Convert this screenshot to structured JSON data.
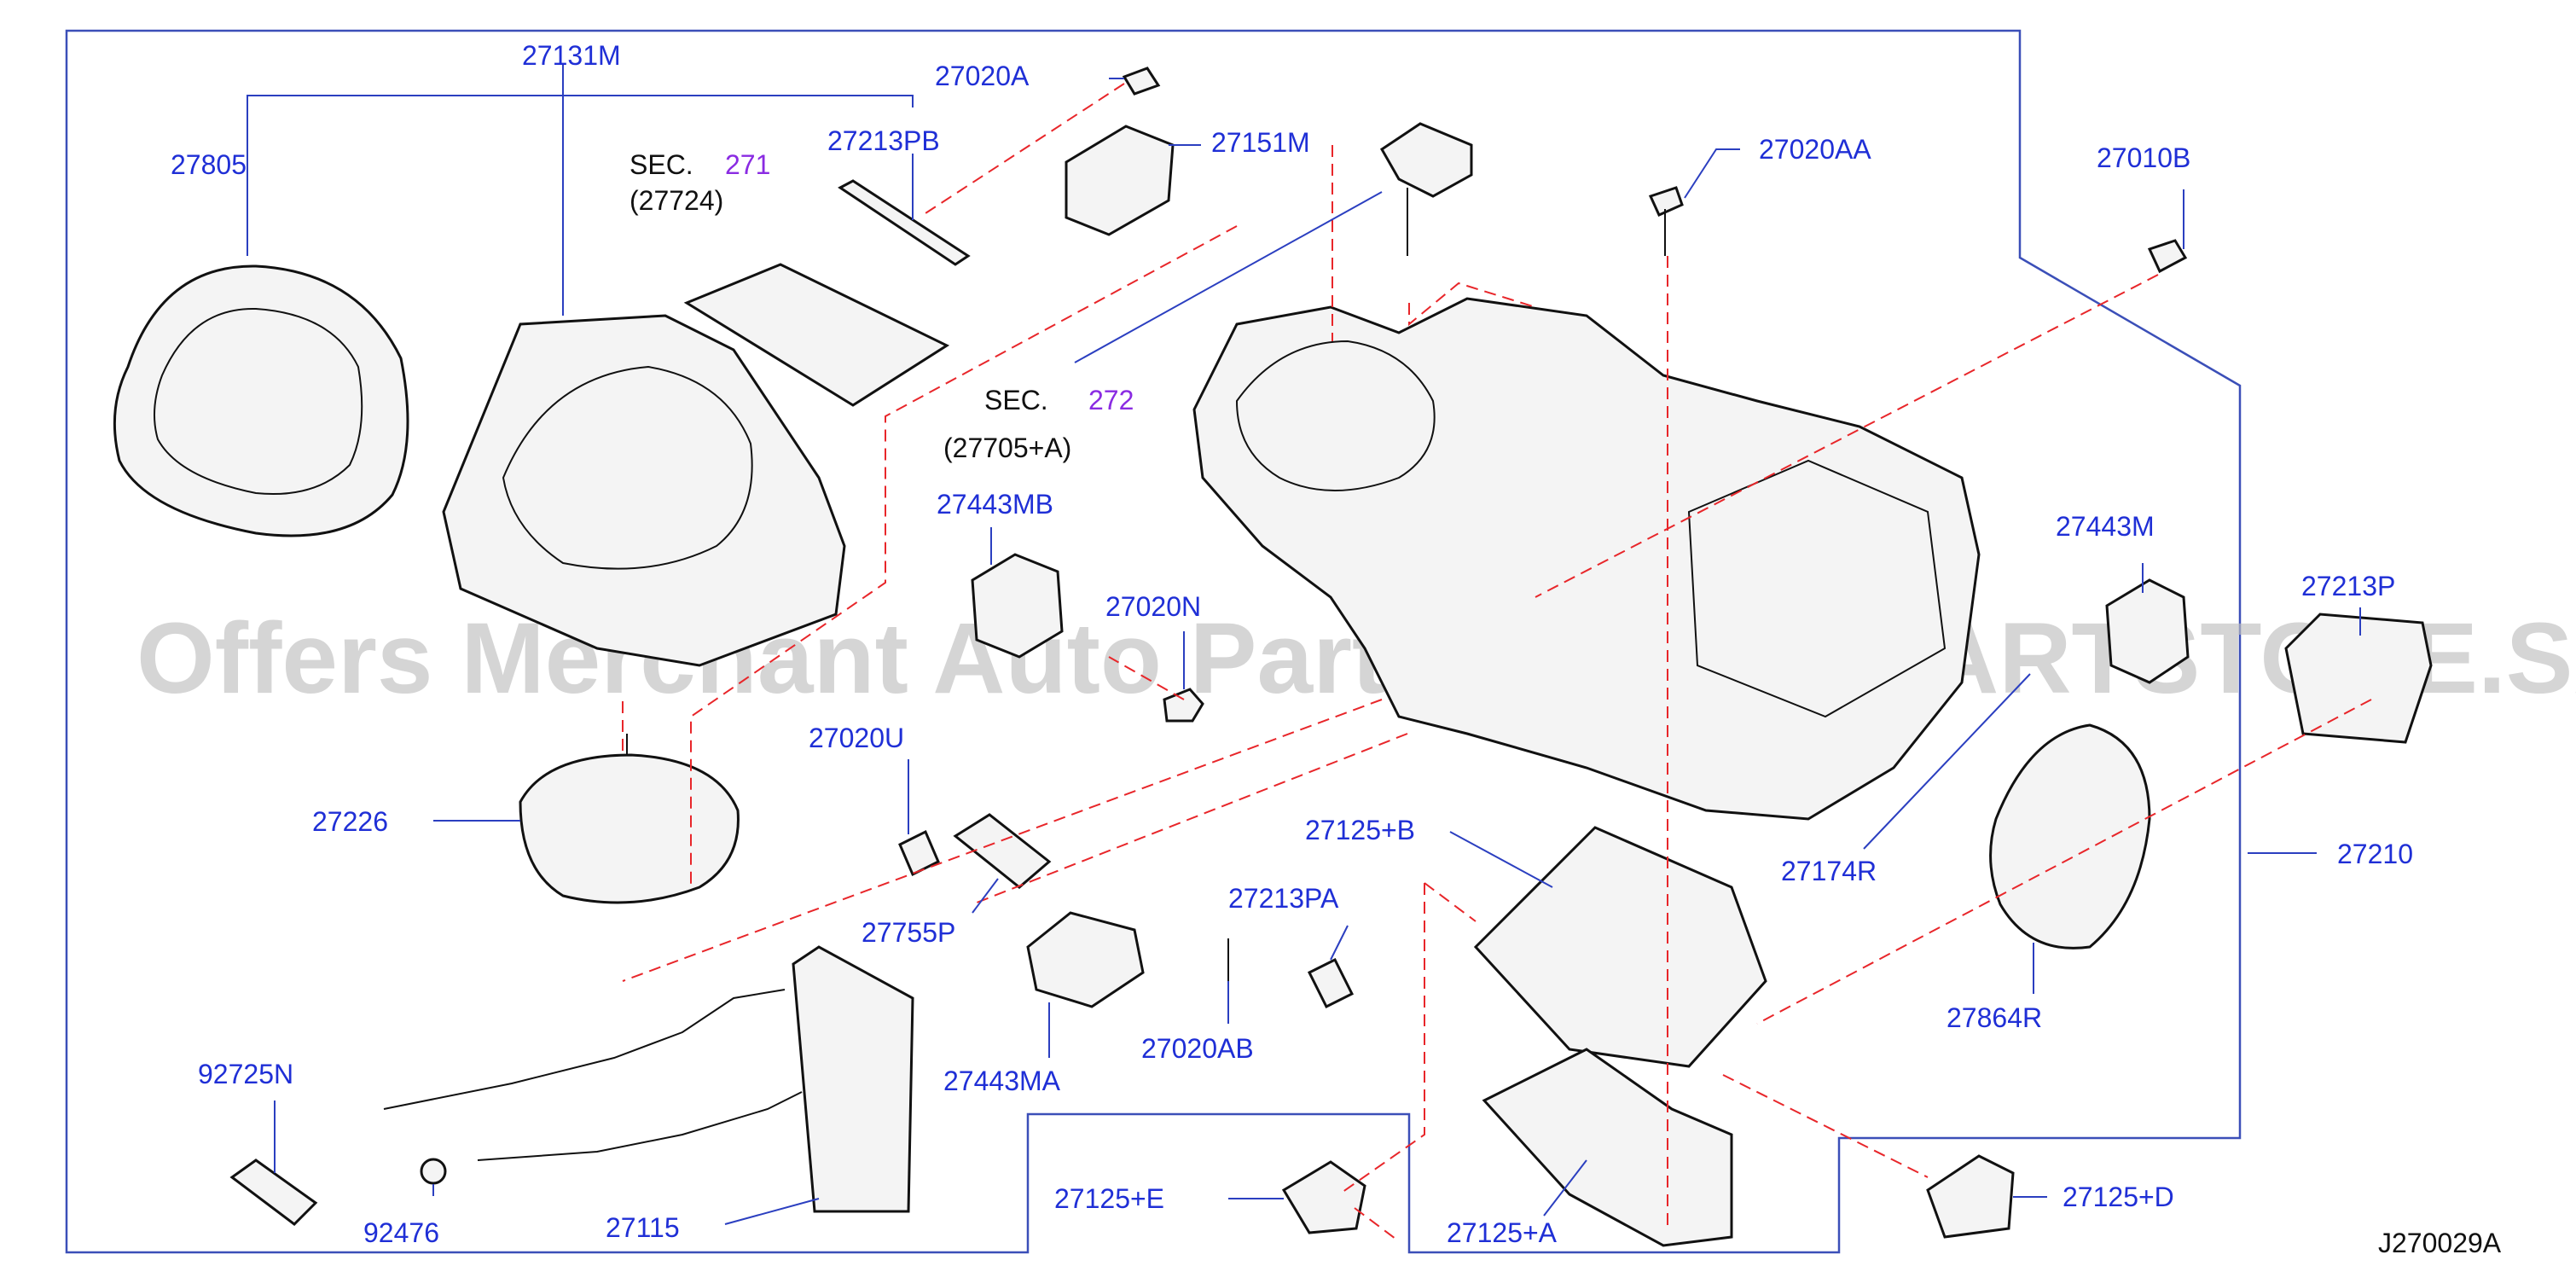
{
  "diagram_code": "J270029A",
  "watermark": "Offers Merchant Auto Parts Catalog PARTSTORE.SA",
  "section_refs": [
    {
      "prefix": "SEC.",
      "number": "271",
      "sub": "(27724)"
    },
    {
      "prefix": "SEC.",
      "number": "272",
      "sub": "(27705+A)"
    }
  ],
  "part_labels": [
    "27131M",
    "27805",
    "27020A",
    "27213PB",
    "27151M",
    "27020AA",
    "27010B",
    "27443MB",
    "27020N",
    "27443M",
    "27213P",
    "27020U",
    "27226",
    "27755P",
    "27125+B",
    "27213PA",
    "27174R",
    "27210",
    "27443MA",
    "27020AB",
    "27864R",
    "92725N",
    "92476",
    "27115",
    "27125+E",
    "27125+A",
    "27125+D"
  ],
  "colors": {
    "label": "#1f2fd6",
    "section_number": "#8a2be2",
    "frame": "#3b4fb8",
    "dashed_leader": "#e8262a",
    "linework": "#111111"
  }
}
